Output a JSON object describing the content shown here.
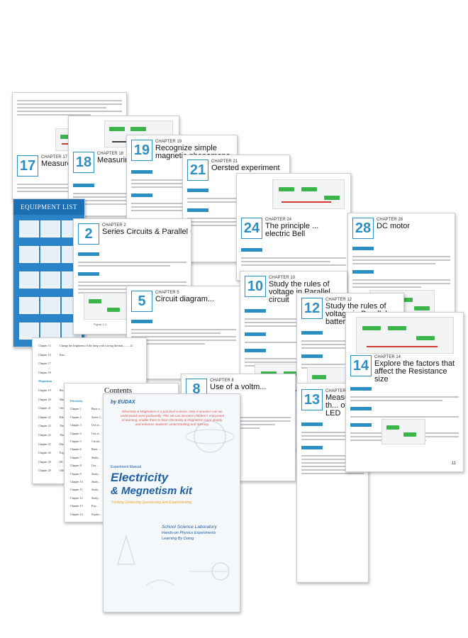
{
  "pages": {
    "p17": {
      "num": "17",
      "chapter": "CHAPTER 17",
      "title": "Measure re... voltmeter an..."
    },
    "p18": {
      "num": "18",
      "chapter": "CHAPTER 18",
      "title": "Measuring t... by a voltme..."
    },
    "p19": {
      "num": "19",
      "chapter": "CHAPTER 19",
      "title": "Recognize simple magnetic phenomena"
    },
    "p21": {
      "num": "21",
      "chapter": "CHAPTER 21",
      "title": "Oersted experiment"
    },
    "p2": {
      "num": "2",
      "chapter": "CHAPTER 2",
      "title": "Series Circuits & Parallel Circuits",
      "figure": "Figure 2-1"
    },
    "p24": {
      "num": "24",
      "chapter": "CHAPTER 24",
      "title": "The principle ... electric Bell"
    },
    "p28": {
      "num": "28",
      "chapter": "CHAPTER 28",
      "title": "DC motor"
    },
    "p5": {
      "num": "5",
      "chapter": "CHAPTER 5",
      "title": "Circuit diagram..."
    },
    "p8": {
      "num": "8",
      "chapter": "CHAPTER 8",
      "title": "Use of a voltm..."
    },
    "p10": {
      "num": "10",
      "chapter": "CHAPTER 10",
      "title": "Study the rules of voltage in Parallel circuit"
    },
    "p12": {
      "num": "12",
      "chapter": "CHAPTER 12",
      "title": "Study the rules of voltage in Parallel battery packs"
    },
    "p13": {
      "num": "13",
      "chapter": "CHAPTER 13",
      "title": "Measuring th... of the LED"
    },
    "p14": {
      "num": "14",
      "chapter": "CHAPTER 14",
      "title": "Explore the factors that affect the Resistance size",
      "page_number": "11"
    }
  },
  "equipment": {
    "title": "EQUIPMENT LIST"
  },
  "contents": {
    "title": "Contents",
    "rows": [
      {
        "ch": "Chapter 13",
        "txt": "Change the brightness of the lamp with a string rheostat..........12"
      },
      {
        "ch": "Chapter 14",
        "txt": "Kno..."
      },
      {
        "ch": "Chapter 17",
        "txt": ""
      },
      {
        "ch": "Chapter 18",
        "txt": ""
      },
      {
        "ch": "Magnetism",
        "txt": ""
      },
      {
        "ch": "Chapter 19",
        "txt": "Recogn..."
      },
      {
        "ch": "Chapter 20",
        "txt": "Magneti..."
      },
      {
        "ch": "Chapter 21",
        "txt": "Oersted..."
      },
      {
        "ch": "Chapter 22",
        "txt": "Elec..."
      },
      {
        "ch": "Chapter 23",
        "txt": "The pol..."
      },
      {
        "ch": "Chapter 24",
        "txt": "The pri..."
      },
      {
        "ch": "Chapter 25",
        "txt": "Direct..."
      },
      {
        "ch": "Chapter 26",
        "txt": "Explori..."
      },
      {
        "ch": "Chapter 28",
        "txt": "DC Mo..."
      },
      {
        "ch": "Chapter 29",
        "txt": "Other ..."
      }
    ],
    "rows2": [
      {
        "ch": "Electricity",
        "txt": ""
      },
      {
        "ch": "Chapter 1",
        "txt": "Basic e..."
      },
      {
        "ch": "Chapter 2",
        "txt": "Series C..."
      },
      {
        "ch": "Chapter 3",
        "txt": "Use of..."
      },
      {
        "ch": "Chapter 4",
        "txt": "Use of..."
      },
      {
        "ch": "Chapter 5",
        "txt": "Circuit..."
      },
      {
        "ch": "Chapter 6",
        "txt": "Basic ..."
      },
      {
        "ch": "Chapter 7",
        "txt": "Study..."
      },
      {
        "ch": "Chapter 8",
        "txt": "Use ..."
      },
      {
        "ch": "Chapter 9",
        "txt": "Study..."
      },
      {
        "ch": "Chapter 10",
        "txt": "Study..."
      },
      {
        "ch": "Chapter 11",
        "txt": "Study..."
      },
      {
        "ch": "Chapter 12",
        "txt": "Study..."
      },
      {
        "ch": "Chapter 13",
        "txt": "Exp..."
      },
      {
        "ch": "Chapter 14",
        "txt": "Explor..."
      }
    ]
  },
  "cover": {
    "brand": "by EUDAX",
    "tagline": "Electricity & Magnetism is a practical science. Only in practice can we understand more profoundly. This set can increase children's enjoyment of learning, enable them to learn Electricity & Magnetism more deeply, and enhance students' understanding and memory.",
    "subtitle_small": "Experiment Manual",
    "title_line1": "Electricity",
    "title_line2": "& Megnetism kit",
    "motto": "Thinking Observing Questioning and Experimenting",
    "footer1": "School Science Laboratory",
    "footer2": "Hands-on Physics Experiments",
    "footer3": "Learning By Doing"
  },
  "colors": {
    "accent": "#2a8fc4",
    "equipment_blue": "#2b84c8",
    "board_green": "#3bb54a",
    "cover_title": "#1f5fa6",
    "cover_title_amp": "#e2a72e"
  }
}
